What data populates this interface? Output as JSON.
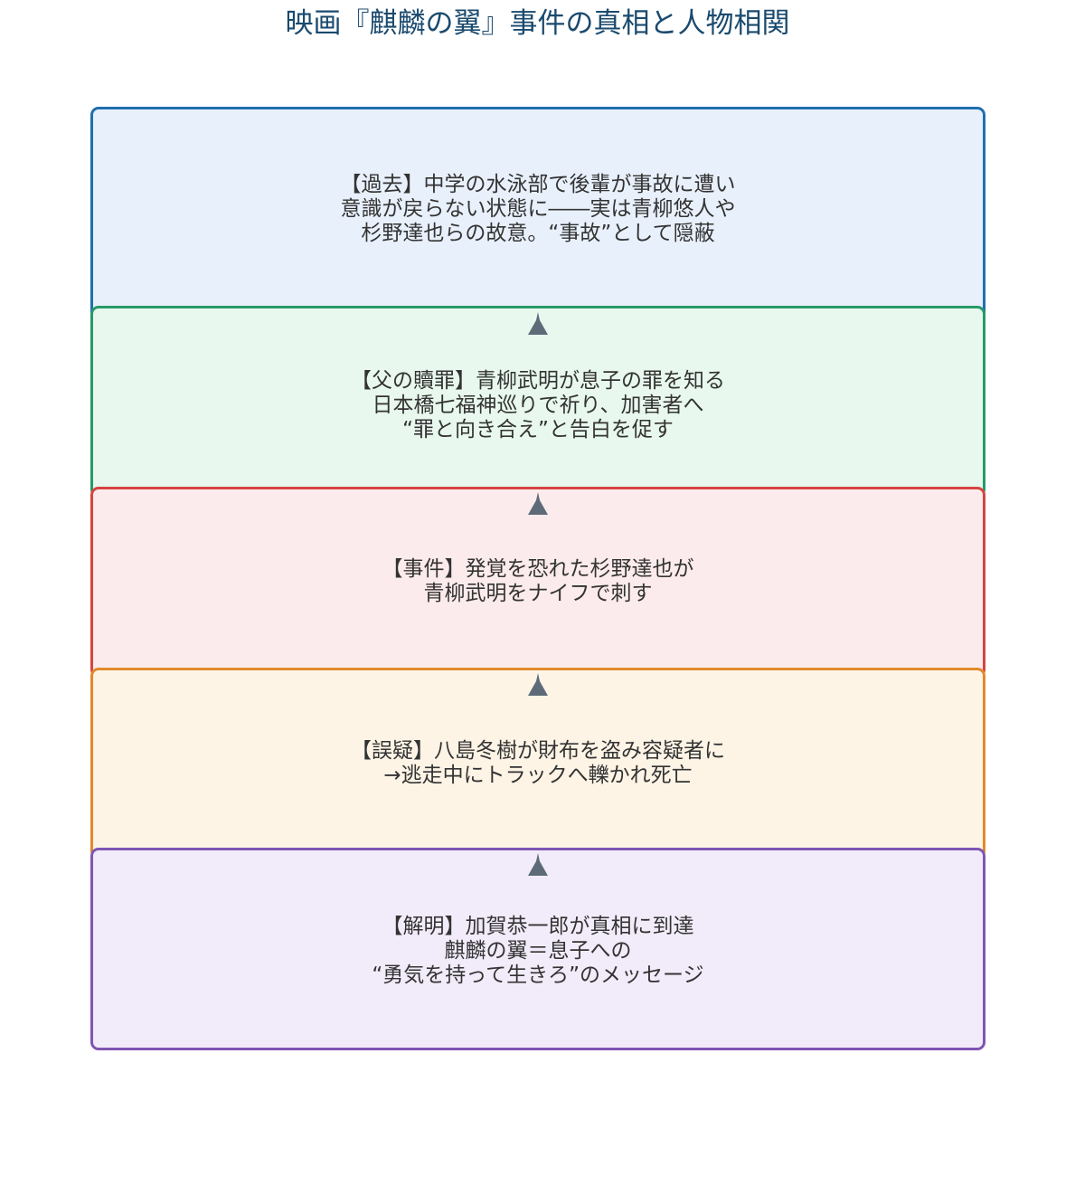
{
  "title": "映画『麒麟の翼』事件の真相と人物相関",
  "steps": [
    {
      "text": "【過去】中学の水泳部で後輩が事故に遭い\n意識が戻らない状態に――実は青柳悠人や\n杉野達也らの故意。“事故”として隠蔽",
      "border_color": "#1f6fad",
      "fill_color": "#e8f0fb"
    },
    {
      "text": "【父の贖罪】青柳武明が息子の罪を知る\n日本橋七福神巡りで祈り、加害者へ\n“罪と向き合え”と告白を促す",
      "border_color": "#279a68",
      "fill_color": "#e8f8ee"
    },
    {
      "text": "【事件】発覚を恐れた杉野達也が\n青柳武明をナイフで刺す",
      "border_color": "#d64541",
      "fill_color": "#fcebec"
    },
    {
      "text": "【誤疑】八島冬樹が財布を盗み容疑者に\n→逃走中にトラックへ轢かれ死亡",
      "border_color": "#e08a2c",
      "fill_color": "#fdf4e6"
    },
    {
      "text": "【解明】加賀恭一郎が真相に到達\n麒麟の翼＝息子への\n“勇気を持って生きろ”のメッセージ",
      "border_color": "#7f55b2",
      "fill_color": "#f2ecfa"
    }
  ],
  "connector": {
    "icon": "arrow-up-icon",
    "color": "#5d6b78"
  }
}
